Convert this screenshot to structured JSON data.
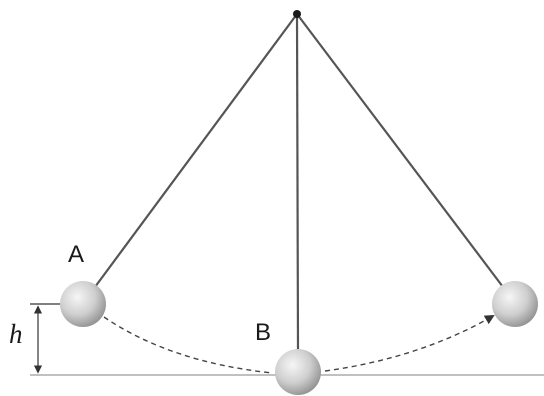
{
  "labels": {
    "start_position": "A",
    "lowest_position": "B",
    "height": "h"
  },
  "colors": {
    "string": "#555555",
    "ground": "#9a9a9a",
    "path": "#444444",
    "bob_light": "#f6f6f6",
    "bob_dark": "#9a9a9a"
  }
}
